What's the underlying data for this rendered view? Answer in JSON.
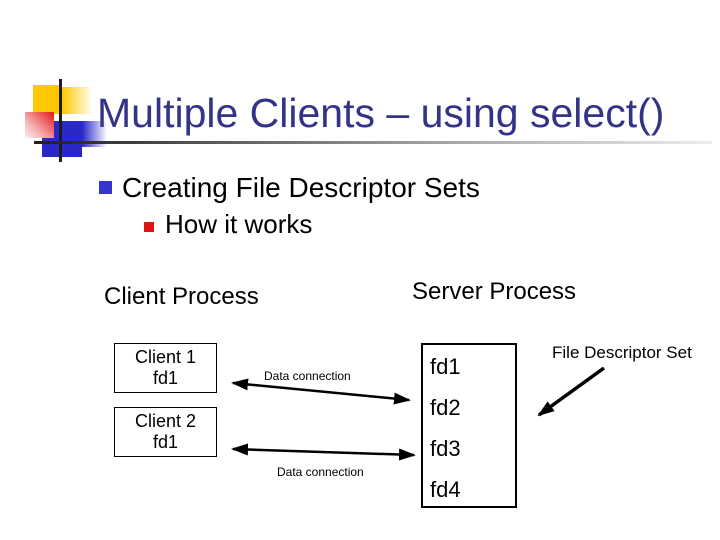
{
  "slide": {
    "title": "Multiple Clients – using select()",
    "bullets": [
      {
        "level": 1,
        "text": "Creating File Descriptor Sets"
      },
      {
        "level": 2,
        "text": "How it works"
      }
    ]
  },
  "diagram": {
    "client_process_label": "Client Process",
    "server_process_label": "Server Process",
    "client_boxes": [
      {
        "title": "Client 1",
        "fd": "fd1"
      },
      {
        "title": "Client 2",
        "fd": "fd1"
      }
    ],
    "server_fds": [
      "fd1",
      "fd2",
      "fd3",
      "fd4"
    ],
    "connection_labels": [
      "Data connection",
      "Data connection"
    ],
    "file_descriptor_set_label": "File Descriptor Set"
  },
  "colors": {
    "background": "#FFFFFF",
    "title_text": "#333387",
    "body_text": "#000000",
    "bullet_level1": "#3535CD",
    "bullet_level2": "#E01212",
    "deco_yellow": "#FFC800",
    "deco_red": "#E62525",
    "deco_blue": "#2B28C8",
    "arrow": "#000000"
  }
}
